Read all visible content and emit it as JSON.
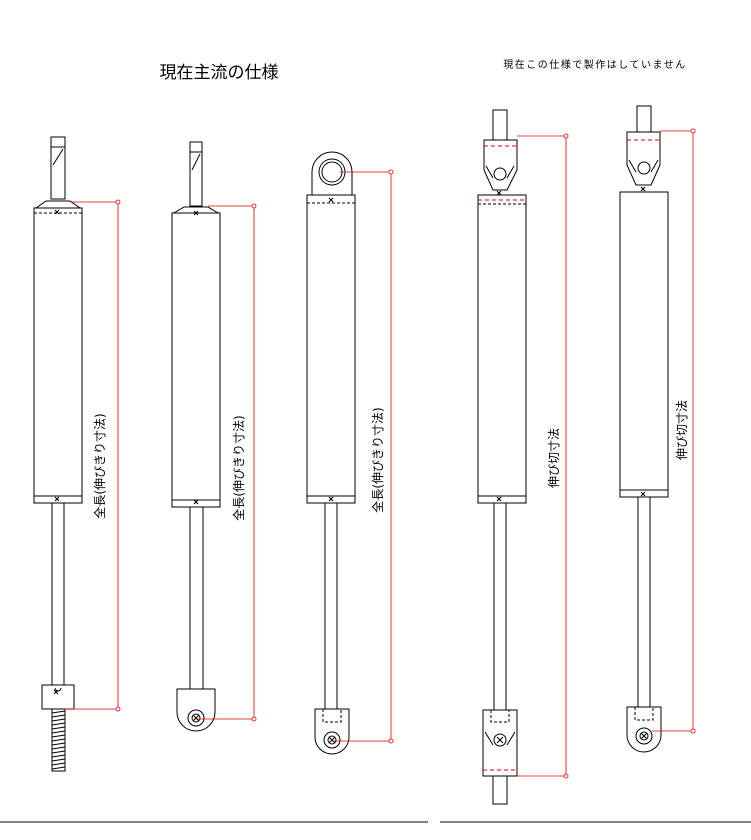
{
  "left_heading": "現在主流の仕様",
  "right_heading": "現在この仕様で製作はしていません",
  "dimensions": {
    "total_length": "全長(伸びきり寸法)",
    "extended_length": "伸び切寸法"
  },
  "colors": {
    "line": "#000000",
    "dimension": "#e00000",
    "background": "#ffffff"
  }
}
